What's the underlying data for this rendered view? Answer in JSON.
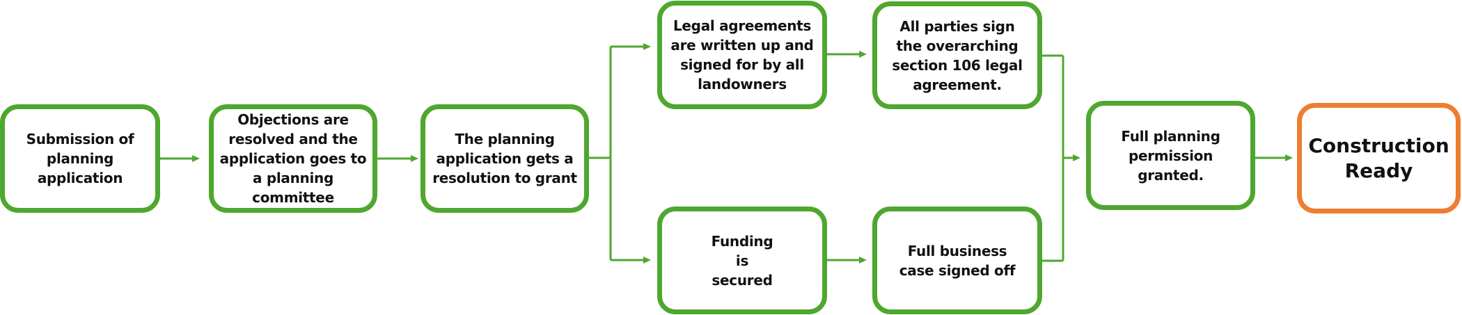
{
  "diagram": {
    "type": "process-flowchart",
    "colors": {
      "step_border": "#4EA72E",
      "final_border": "#ED7D31",
      "connector": "#4EA72E",
      "text": "#111111"
    },
    "nodes": [
      {
        "id": "submission",
        "label": "Submission of planning application"
      },
      {
        "id": "objections",
        "label": "Objections are resolved and the application goes to a planning committee"
      },
      {
        "id": "resolution",
        "label": "The planning application gets a resolution to grant"
      },
      {
        "id": "legal-agreements",
        "label": "Legal agreements are written up and signed for by all landowners"
      },
      {
        "id": "section-106",
        "label": "All parties sign the overarching section 106 legal agreement."
      },
      {
        "id": "funding",
        "label": "Funding is secured"
      },
      {
        "id": "business-case",
        "label": "Full business case signed off"
      },
      {
        "id": "full-permission",
        "label": "Full planning permission granted."
      },
      {
        "id": "construction-ready",
        "label": "Construction Ready"
      }
    ],
    "edges": [
      {
        "from": "submission",
        "to": "objections"
      },
      {
        "from": "objections",
        "to": "resolution"
      },
      {
        "from": "resolution",
        "to": "legal-agreements"
      },
      {
        "from": "resolution",
        "to": "funding"
      },
      {
        "from": "legal-agreements",
        "to": "section-106"
      },
      {
        "from": "funding",
        "to": "business-case"
      },
      {
        "from": "section-106",
        "to": "full-permission"
      },
      {
        "from": "business-case",
        "to": "full-permission"
      },
      {
        "from": "full-permission",
        "to": "construction-ready"
      }
    ]
  }
}
